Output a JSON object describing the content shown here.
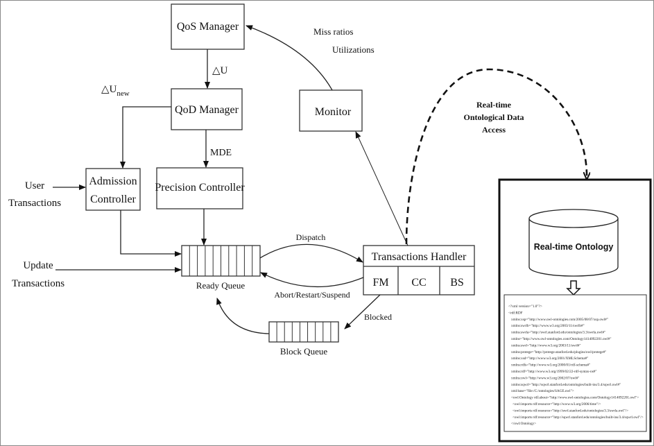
{
  "boxes": {
    "qos_manager": "QoS Manager",
    "qod_manager": "QoD Manager",
    "admission_controller": [
      "Admission",
      "Controller"
    ],
    "precision_controller": "Precision Controller",
    "monitor": "Monitor",
    "transactions_handler": "Transactions Handler",
    "handler_parts": [
      "FM",
      "CC",
      "BS"
    ]
  },
  "queues": {
    "ready_queue": "Ready Queue",
    "block_queue": "Block Queue"
  },
  "edge_labels": {
    "miss_ratios": "Miss ratios",
    "utilizations": "Utilizations",
    "delta_u": "△U",
    "delta_u_new": "△U",
    "delta_u_new_sub": "new",
    "mde": "MDE",
    "dispatch": "Dispatch",
    "abort": "Abort/Restart/Suspend",
    "blocked": "Blocked"
  },
  "inputs": {
    "user_transactions": [
      "User",
      "Transactions"
    ],
    "update_transactions": [
      "Update",
      "Transactions"
    ]
  },
  "ontology": {
    "access_label": [
      "Real-time",
      "Ontological Data",
      "Access"
    ],
    "store_label": "Real-time Ontology",
    "xml_lines": [
      "<?xml version=\"1.0\"?>",
      "<rdf:RDF",
      "  xmlns:xsp=\"http://www.owl-ontologies.com/2005/08/07/xsp.owl#\"",
      "  xmlns:swrlb=\"http://www.w3.org/2003/11/swrlb#\"",
      "  xmlns:swrla=\"http://swrl.stanford.edu/ontologies/3.3/swrla.owl#\"",
      "  xmlns=\"http://www.owl-ontologies.com/Ontology1414092201.owl#\"",
      "  xmlns:swrl=\"http://www.w3.org/2003/11/swrl#\"",
      "  xmlns:protege=\"http://protege.stanford.edu/plugins/owl/protege#\"",
      "  xmlns:xsd=\"http://www.w3.org/2001/XMLSchema#\"",
      "  xmlns:rdfs=\"http://www.w3.org/2000/01/rdf-schema#\"",
      "  xmlns:rdf=\"http://www.w3.org/1999/02/22-rdf-syntax-ns#\"",
      "  xmlns:owl=\"http://www.w3.org/2002/07/owl#\"",
      "  xmlns:sqwrl=\"http://sqwrl.stanford.edu/ontologies/built-ins/3.4/sqwrl.owl#\"",
      "  xml:base=\"file:/C:/ontologies/SAGE.owl\">",
      "  <owl:Ontology rdf:about=\"http://www.owl-ontologies.com/Ontology1414092201.owl\">",
      "    <owl:imports rdf:resource=\"http://www.w3.org/2006/time\"/>",
      "    <owl:imports rdf:resource=\"http://swrl.stanford.edu/ontologies/3.3/swrla.owl\"/>",
      "    <owl:imports rdf:resource=\"http://sqwrl.stanford.edu/ontologies/built-ins/3.4/sqwrl.owl\"/>",
      "  </owl:Ontology>"
    ]
  }
}
